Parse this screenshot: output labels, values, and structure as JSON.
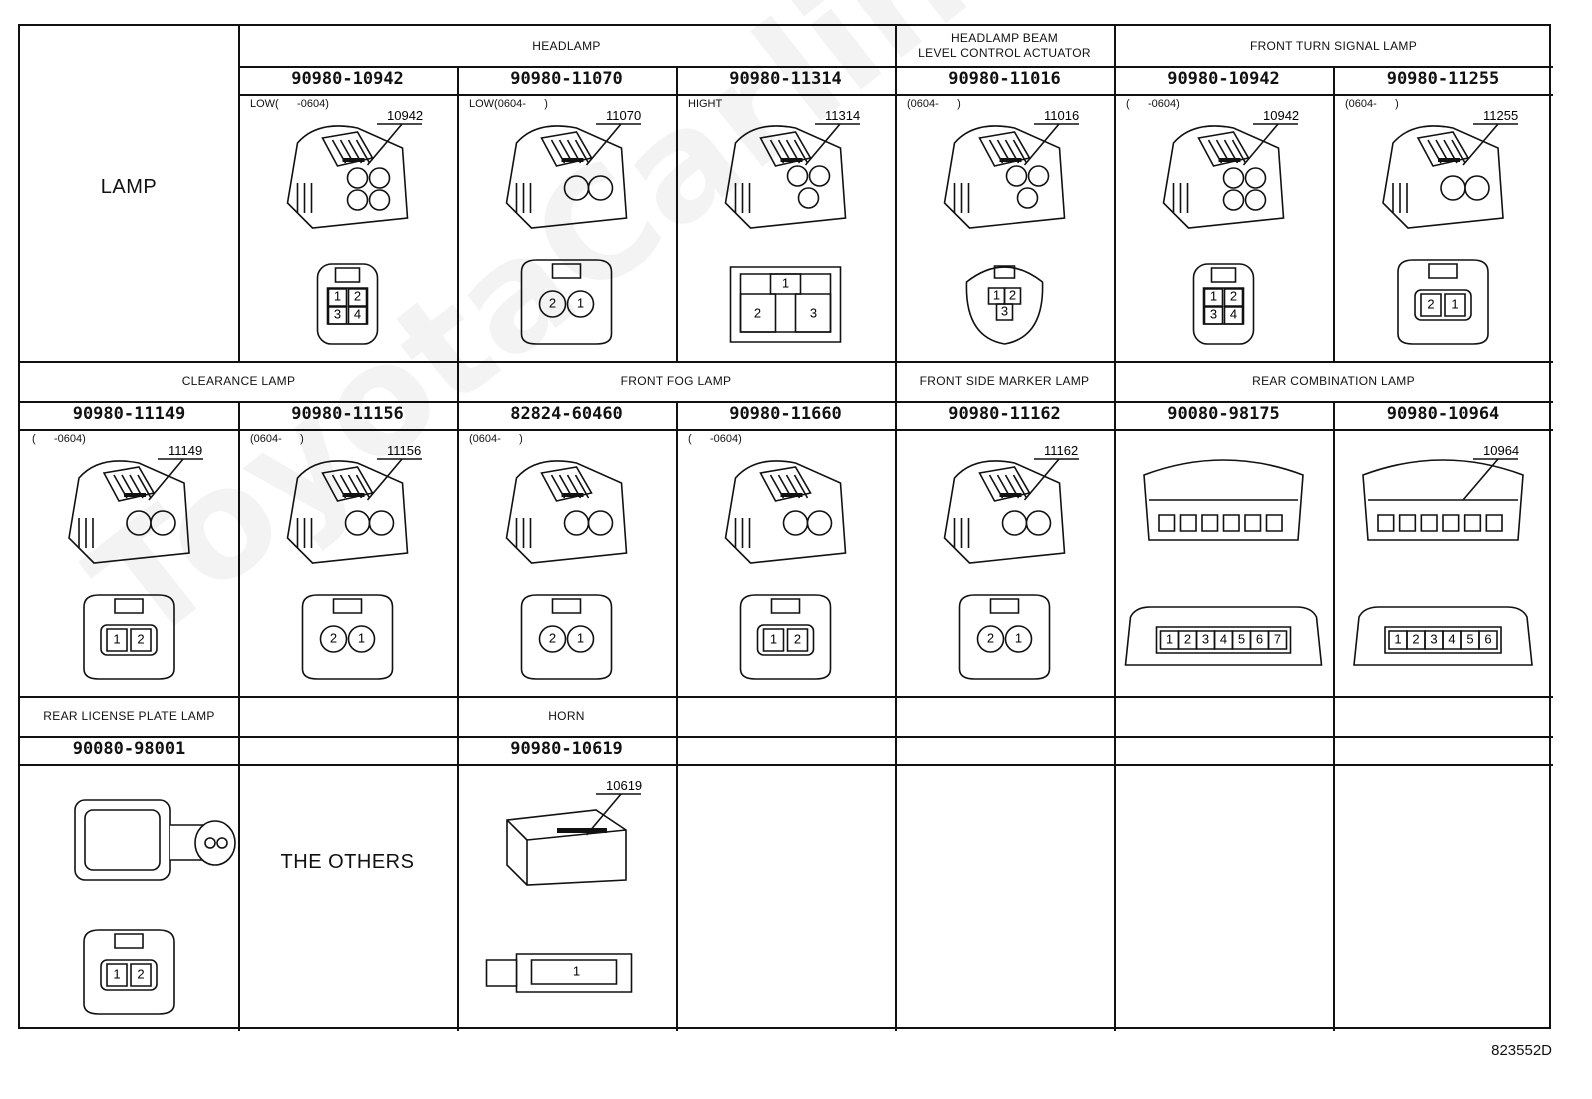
{
  "watermark": "ToyotaCarline.ru",
  "figure_code": "823552D",
  "rows": [
    {
      "row_label": "LAMP",
      "groups": [
        {
          "name": "HEADLAMP",
          "cols": [
            1,
            3
          ]
        },
        {
          "name": "HEADLAMP BEAM\nLEVEL CONTROL ACTUATOR",
          "cols": [
            4,
            4
          ]
        },
        {
          "name": "FRONT TURN SIGNAL LAMP",
          "cols": [
            5,
            6
          ]
        }
      ],
      "cells": [
        {
          "col": 1,
          "part": "90980-10942",
          "note": "LOW(      -0604)",
          "callout": "10942",
          "kind": "quad",
          "pins": [
            "1",
            "2",
            "3",
            "4"
          ]
        },
        {
          "col": 2,
          "part": "90980-11070",
          "note": "LOW(0604-      )",
          "callout": "11070",
          "kind": "dual-lg",
          "pins": [
            "2",
            "1"
          ]
        },
        {
          "col": 3,
          "part": "90980-11314",
          "note": "HIGHT",
          "callout": "11314",
          "kind": "tri-block",
          "pins": [
            "1",
            "2",
            "3"
          ]
        },
        {
          "col": 4,
          "part": "90980-11016",
          "note": "(0604-      )",
          "callout": "11016",
          "kind": "tri",
          "pins": [
            "1",
            "2",
            "3"
          ]
        },
        {
          "col": 5,
          "part": "90980-10942",
          "note": "(      -0604)",
          "callout": "10942",
          "kind": "quad",
          "pins": [
            "1",
            "2",
            "3",
            "4"
          ]
        },
        {
          "col": 6,
          "part": "90980-11255",
          "note": "(0604-      )",
          "callout": "11255",
          "kind": "dual-rect",
          "pins": [
            "2",
            "1"
          ]
        }
      ]
    },
    {
      "groups": [
        {
          "name": "CLEARANCE LAMP",
          "cols": [
            0,
            1
          ]
        },
        {
          "name": "FRONT FOG LAMP",
          "cols": [
            2,
            3
          ]
        },
        {
          "name": "FRONT SIDE MARKER LAMP",
          "cols": [
            4,
            4
          ]
        },
        {
          "name": "REAR COMBINATION LAMP",
          "cols": [
            5,
            6
          ]
        }
      ],
      "cells": [
        {
          "col": 0,
          "part": "90980-11149",
          "note": "(      -0604)",
          "callout": "11149",
          "kind": "dual-rect",
          "pins": [
            "1",
            "2"
          ]
        },
        {
          "col": 1,
          "part": "90980-11156",
          "note": "(0604-      )",
          "callout": "11156",
          "kind": "dual-round",
          "pins": [
            "2",
            "1"
          ]
        },
        {
          "col": 2,
          "part": "82824-60460",
          "note": "(0604-      )",
          "callout": "",
          "kind": "dual-wide",
          "pins": [
            "2",
            "1"
          ]
        },
        {
          "col": 3,
          "part": "90980-11660",
          "note": "(      -0604)",
          "callout": "",
          "kind": "dual-oval",
          "pins": [
            "1",
            "2"
          ]
        },
        {
          "col": 4,
          "part": "90980-11162",
          "note": "",
          "callout": "11162",
          "kind": "dual-round",
          "pins": [
            "2",
            "1"
          ]
        },
        {
          "col": 5,
          "part": "90080-98175",
          "note": "",
          "callout": "",
          "kind": "strip",
          "pins": [
            "1",
            "2",
            "3",
            "4",
            "5",
            "6",
            "7"
          ]
        },
        {
          "col": 6,
          "part": "90980-10964",
          "note": "",
          "callout": "10964",
          "kind": "strip",
          "pins": [
            "1",
            "2",
            "3",
            "4",
            "5",
            "6"
          ]
        }
      ]
    },
    {
      "row_label_middle": "THE OTHERS",
      "groups": [
        {
          "name": "REAR LICENSE PLATE LAMP",
          "cols": [
            0,
            0
          ]
        },
        {
          "name": "HORN",
          "cols": [
            2,
            2
          ]
        }
      ],
      "cells": [
        {
          "col": 0,
          "part": "90080-98001",
          "note": "",
          "callout": "",
          "kind": "dual-boot",
          "pins": [
            "1",
            "2"
          ]
        },
        {
          "col": 2,
          "part": "90980-10619",
          "note": "",
          "callout": "10619",
          "kind": "single",
          "pins": [
            "1"
          ]
        }
      ]
    }
  ]
}
